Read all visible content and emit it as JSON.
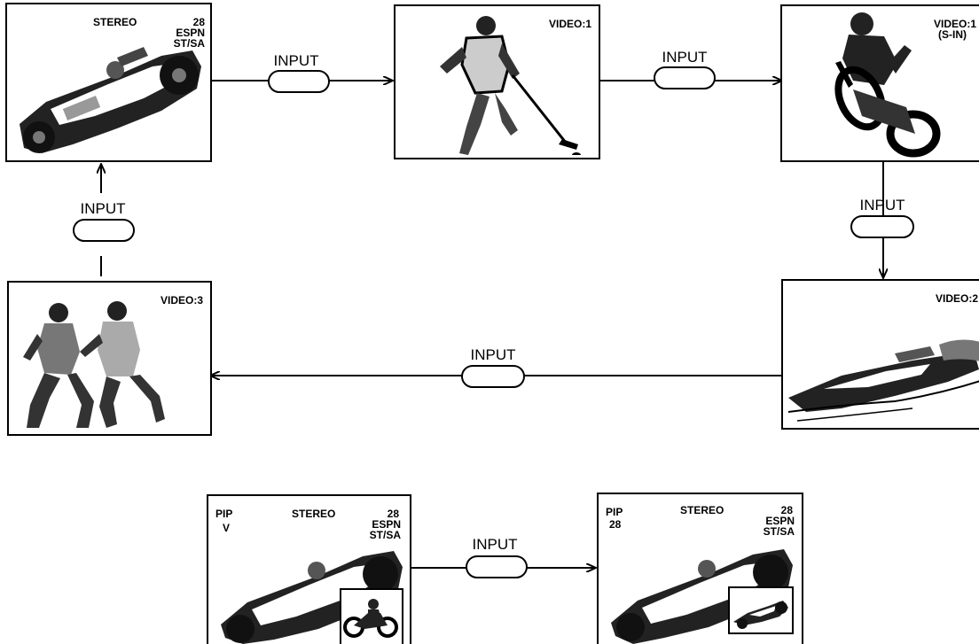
{
  "screens": {
    "tv1": {
      "l1": "STEREO",
      "ch": "28",
      "net": "ESPN",
      "mode": "ST/SA"
    },
    "v1": {
      "label": "VIDEO:1"
    },
    "v1s": {
      "label": "VIDEO:1",
      "sub": "(S-IN)"
    },
    "v2": {
      "label": "VIDEO:2"
    },
    "v3": {
      "label": "VIDEO:3"
    },
    "pip1": {
      "pip": "PIP",
      "pip_sub": "V",
      "l1": "STEREO",
      "ch": "28",
      "net": "ESPN",
      "mode": "ST/SA"
    },
    "pip2": {
      "pip": "PIP",
      "pip_sub": "28",
      "l1": "STEREO",
      "ch": "28",
      "net": "ESPN",
      "mode": "ST/SA"
    }
  },
  "buttons": {
    "b1": "INPUT",
    "b2": "INPUT",
    "b3": "INPUT",
    "b4": "INPUT",
    "b5": "INPUT",
    "b6": "INPUT"
  },
  "pictures": {
    "tv1": "race-car-icon",
    "v1": "hockey-player-icon",
    "v1s": "motocross-rider-icon",
    "v2": "speedboat-icon",
    "v3": "basketball-players-icon",
    "pip1_inset": "motorcycle-icon",
    "pip2_inset": "race-car-icon"
  }
}
